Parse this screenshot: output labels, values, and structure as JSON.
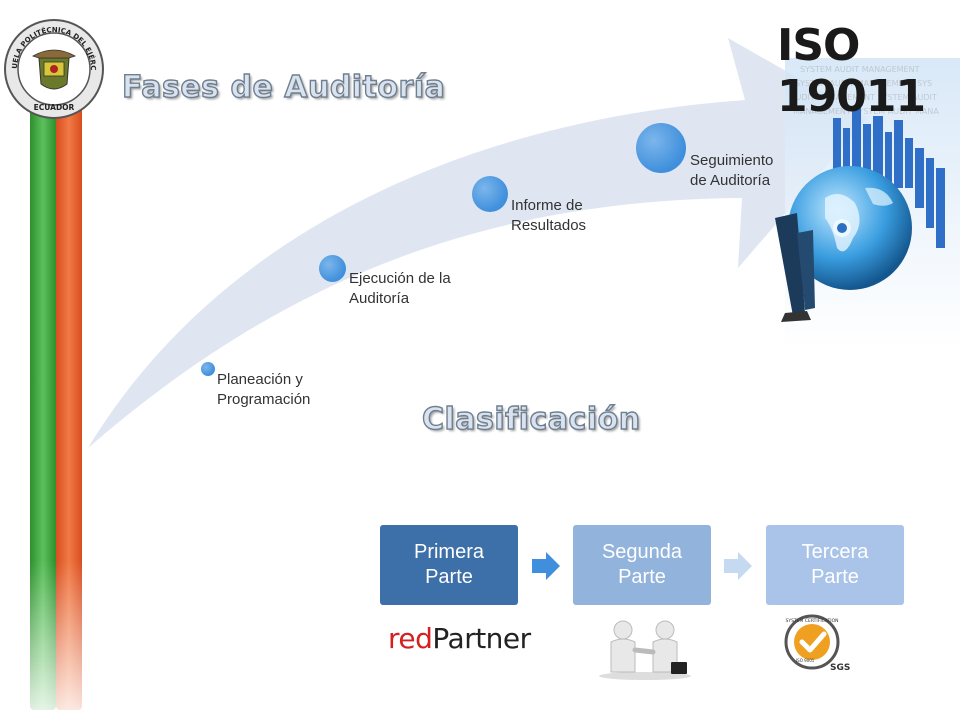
{
  "slide": {
    "title_phases": "Fases de Auditoría",
    "title_classification": "Clasificación",
    "iso_title": "ISO 19011",
    "emblem_text_top": "ESCUELA POLITÉCNICA DEL EJÉRCITO",
    "emblem_text_bottom": "ECUADOR"
  },
  "phases": [
    {
      "label_line1": "Planeación y",
      "label_line2": "Programación"
    },
    {
      "label_line1": "Ejecución de la",
      "label_line2": "Auditoría"
    },
    {
      "label_line1": "Informe de",
      "label_line2": "Resultados"
    },
    {
      "label_line1": "Seguimiento",
      "label_line2": "de Auditoría"
    }
  ],
  "classification": [
    {
      "line1": "Primera",
      "line2": "Parte"
    },
    {
      "line1": "Segunda",
      "line2": "Parte"
    },
    {
      "line1": "Tercera",
      "line2": "Parte"
    }
  ],
  "logos": {
    "redpartner_red": "red",
    "redpartner_dark": "Partner",
    "sgs_text": "SGS",
    "iso_badge_text": "SYSTEM CERTIFICATION",
    "iso_badge_sub": "ISO 9001"
  },
  "colors": {
    "primary_box": "#3d6fa8",
    "secondary_box": "#92b3dc",
    "tertiary_box": "#a9c4e8",
    "arrow": "#dde5f1",
    "dot": "#4a94dd"
  }
}
